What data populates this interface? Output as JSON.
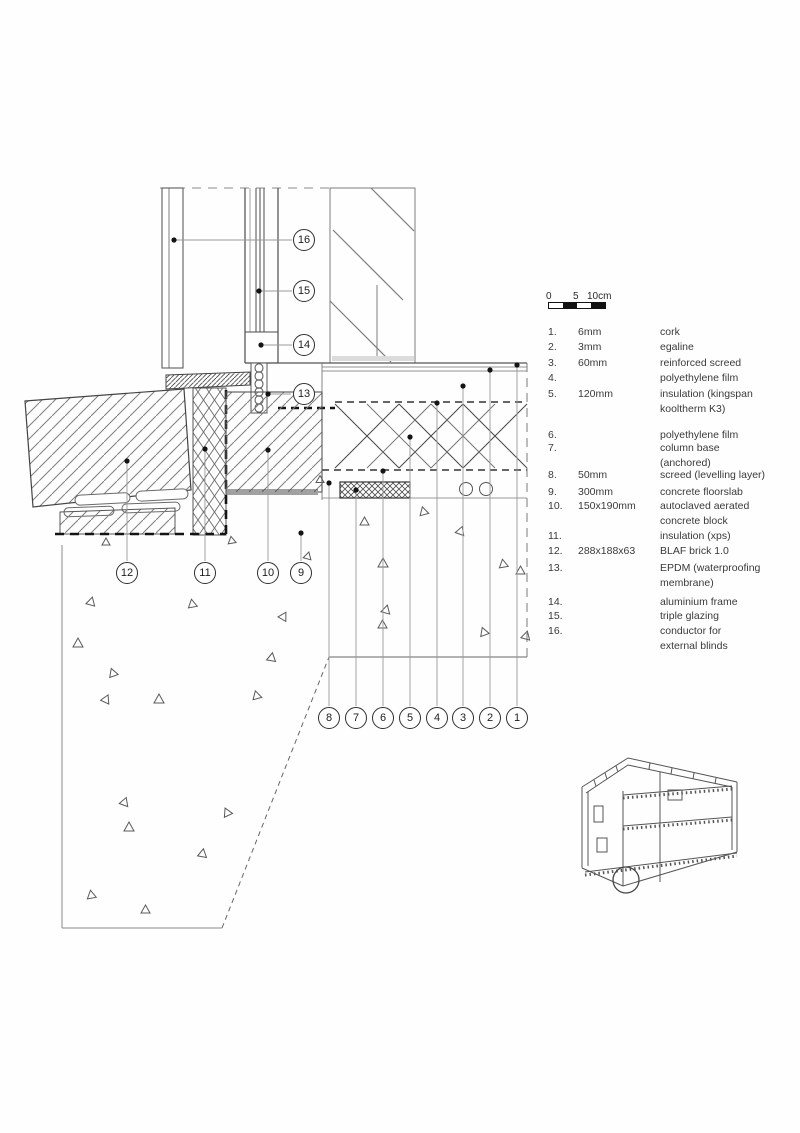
{
  "drawing": {
    "type": "architectural wall-floor junction construction detail, section",
    "line_color": "#4a4a4a",
    "heavy_dash_color": "#141414"
  },
  "scale_bar": {
    "labels": [
      "0",
      "5",
      "10cm"
    ],
    "segment_colors": [
      "#ffffff",
      "#111111",
      "#ffffff",
      "#111111"
    ]
  },
  "legend": {
    "items": [
      {
        "num": "1.",
        "size": "6mm",
        "desc": [
          "cork"
        ]
      },
      {
        "num": "2.",
        "size": "3mm",
        "desc": [
          "egaline"
        ]
      },
      {
        "num": "3.",
        "size": "60mm",
        "desc": [
          "reinforced screed"
        ]
      },
      {
        "num": "4.",
        "size": "",
        "desc": [
          "polyethylene film"
        ]
      },
      {
        "num": "5.",
        "size": "120mm",
        "desc": [
          "insulation (kingspan",
          "kooltherm K3)"
        ]
      },
      {
        "num": "6.",
        "size": "",
        "desc": [
          "polyethylene film"
        ]
      },
      {
        "num": "7.",
        "size": "",
        "desc": [
          "column base",
          "(anchored)"
        ]
      },
      {
        "num": "8.",
        "size": "50mm",
        "desc": [
          "screed (levelling layer)"
        ]
      },
      {
        "num": "9.",
        "size": "300mm",
        "desc": [
          "concrete floorslab"
        ]
      },
      {
        "num": "10.",
        "size": "150x190mm",
        "desc": [
          "autoclaved aerated",
          "concrete block"
        ]
      },
      {
        "num": "11.",
        "size": "",
        "desc": [
          "insulation (xps)"
        ]
      },
      {
        "num": "12.",
        "size": "288x188x63",
        "desc": [
          "BLAF brick 1.0"
        ]
      },
      {
        "num": "13.",
        "size": "",
        "desc": [
          "EPDM (waterproofing",
          "membrane)"
        ]
      },
      {
        "num": "14.",
        "size": "",
        "desc": [
          "aluminium frame"
        ]
      },
      {
        "num": "15.",
        "size": "",
        "desc": [
          "triple glazing"
        ]
      },
      {
        "num": "16.",
        "size": "",
        "desc": [
          "conductor for",
          "external blinds"
        ]
      }
    ]
  },
  "callouts": {
    "top": [
      "16",
      "15",
      "14",
      "13"
    ],
    "left": [
      "12",
      "11",
      "10",
      "9"
    ],
    "bottom": [
      "8",
      "7",
      "6",
      "5",
      "4",
      "3",
      "2",
      "1"
    ]
  }
}
